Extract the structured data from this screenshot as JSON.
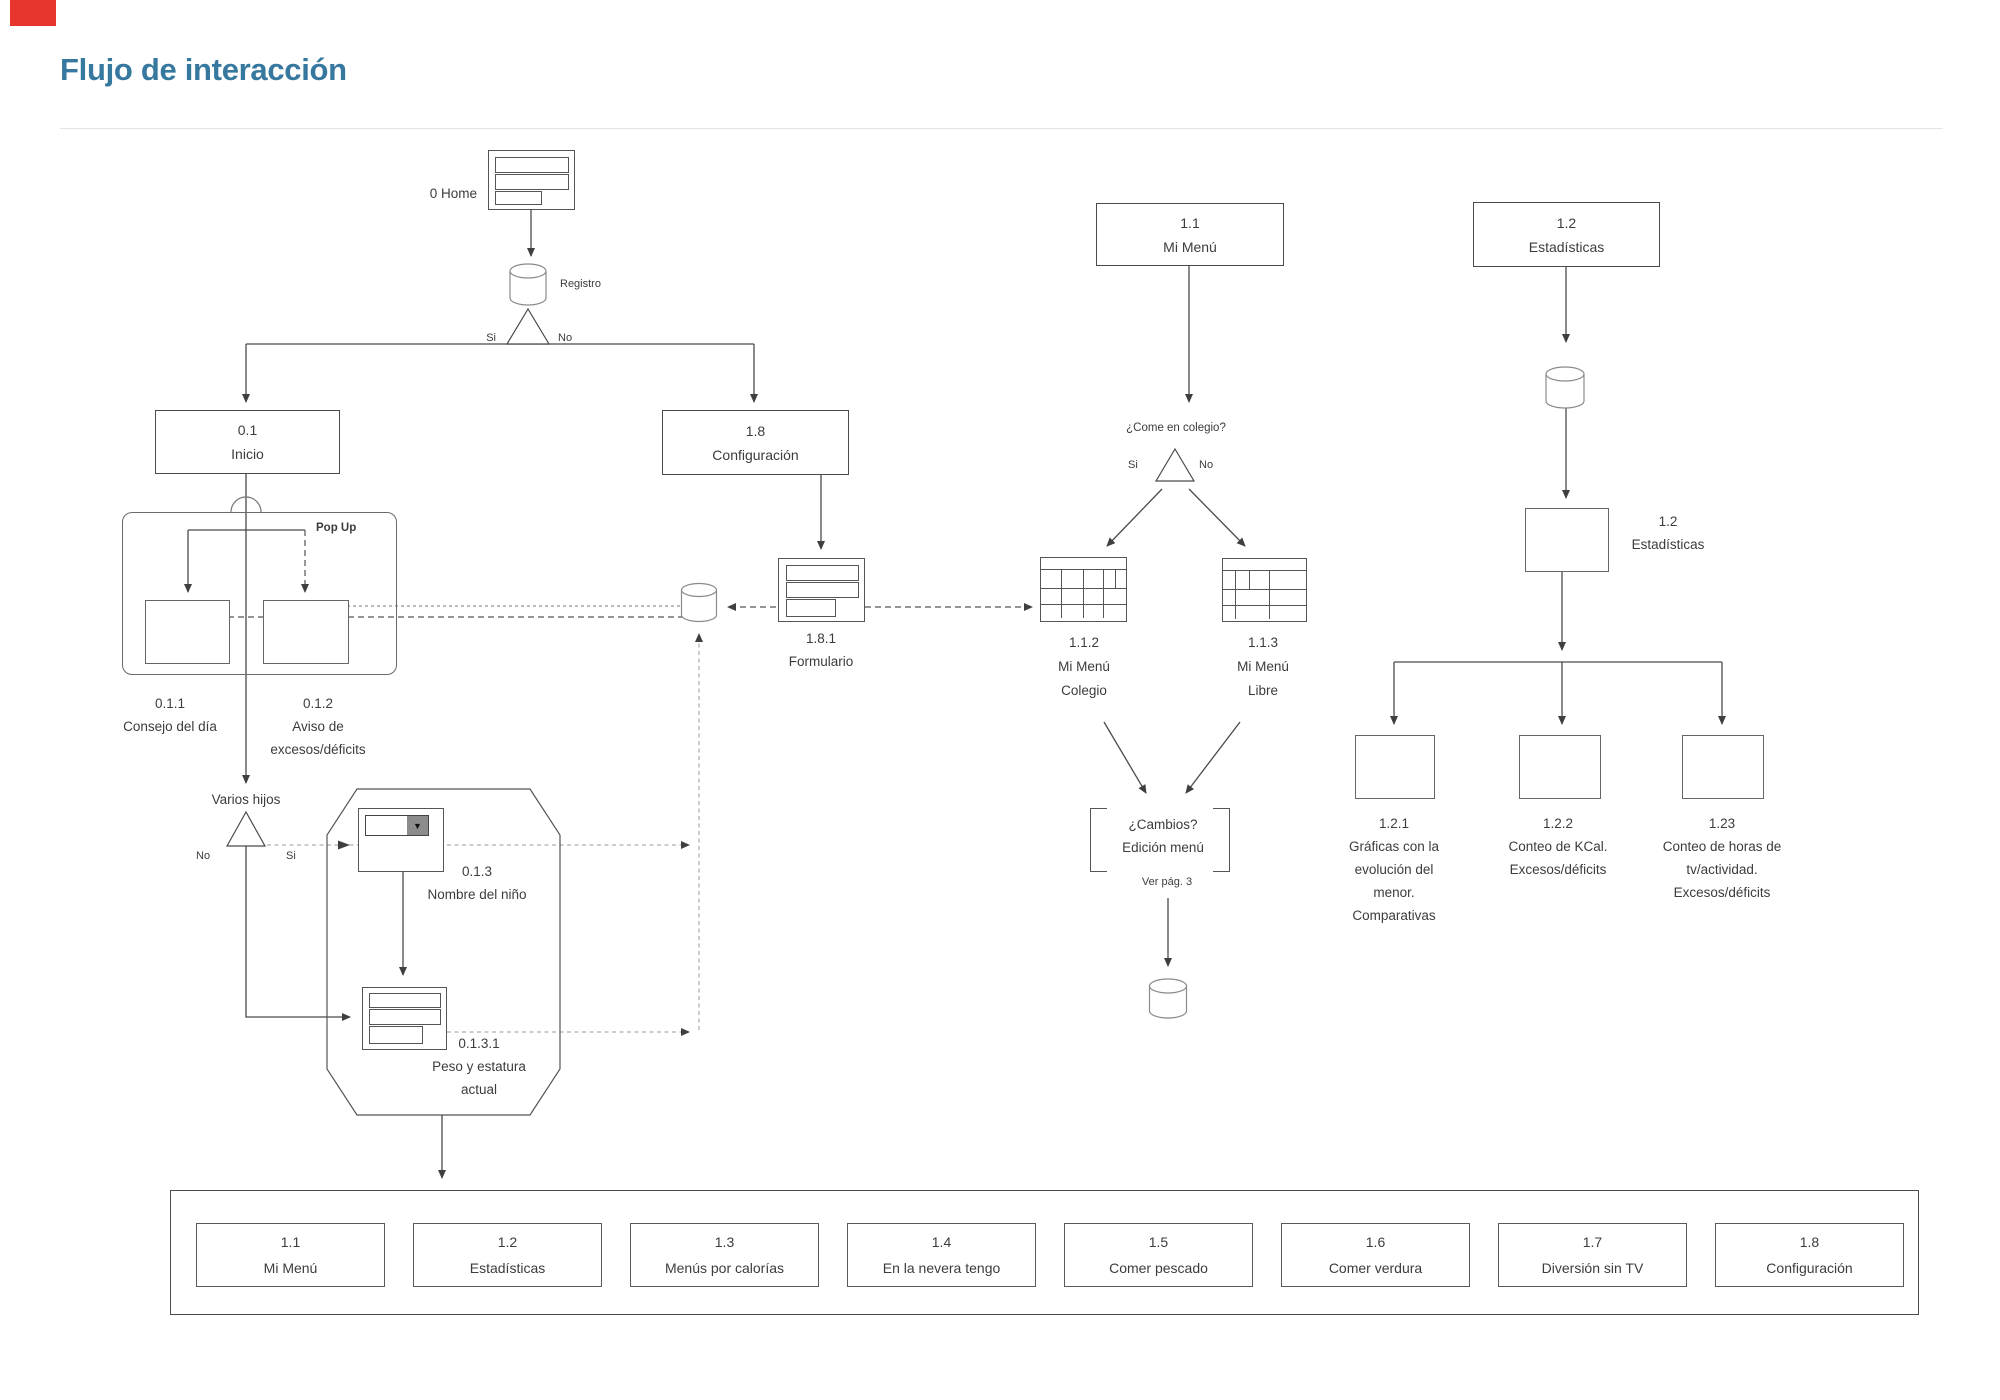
{
  "title": "Flujo de interacción",
  "accent_color": "#37789f",
  "nodes": {
    "home": "0 Home",
    "registro": "Registro",
    "reg_si": "Si",
    "reg_no": "No",
    "inicio": "0.1\nInicio",
    "configuracion": "1.8\nConfiguración",
    "popup": "Pop Up",
    "consejo": "0.1.1\nConsejo del día",
    "aviso": "0.1.2\nAviso de\nexcesos/déficits",
    "varios_hijos": "Varios hijos",
    "vh_no": "No",
    "vh_si": "Si",
    "nombre_nino": "0.1.3\nNombre del niño",
    "peso_estatura": "0.1.3.1\nPeso y estatura\nactual",
    "formulario": "1.8.1\nFormulario",
    "mi_menu": "1.1\nMi Menú",
    "come_colegio": "¿Come en colegio?",
    "cc_si": "Si",
    "cc_no": "No",
    "menu_colegio": "1.1.2\nMi Menú\nColegio",
    "menu_libre": "1.1.3\nMi Menú\nLibre",
    "cambios": "¿Cambios?\nEdición menú",
    "ver_pag": "Ver pág. 3",
    "estadisticas_top": "1.2\nEstadísticas",
    "estadisticas_mid": "1.2\nEstadísticas",
    "graficas": "1.2.1\nGráficas con la\nevolución del\nmenor.\nComparativas",
    "conteo_kcal": "1.2.2\nConteo de KCal.\nExcesos/déficits",
    "conteo_horas": "1.23\nConteo de horas de\ntv/actividad.\nExcesos/déficits"
  },
  "bottom_bar": {
    "items": [
      "1.1\nMi Menú",
      "1.2\nEstadísticas",
      "1.3\nMenús por calorías",
      "1.4\nEn la nevera tengo",
      "1.5\nComer pescado",
      "1.6\nComer verdura",
      "1.7\nDiversión sin TV",
      "1.8\nConfiguración"
    ]
  }
}
